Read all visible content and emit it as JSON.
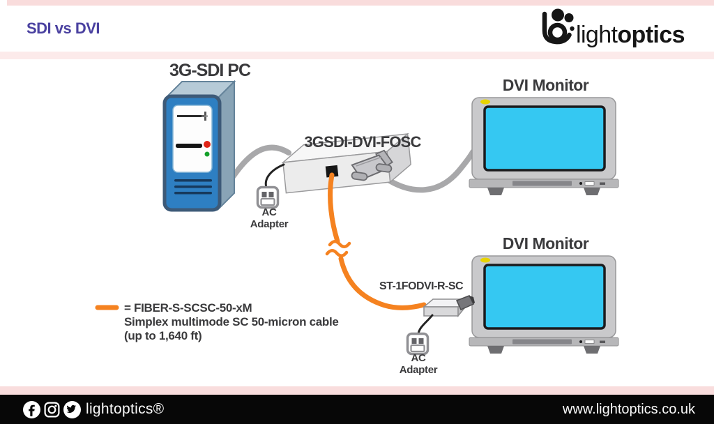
{
  "header": {
    "title": "SDI vs DVI",
    "logo_light": "light",
    "logo_bold": "optics"
  },
  "diagram": {
    "pc_label": "3G-SDI PC",
    "converter_label": "3GSDI-DVI-FOSC",
    "monitor_top_label": "DVI Monitor",
    "monitor_bottom_label": "DVI Monitor",
    "receiver_label": "ST-1FODVI-R-SC",
    "ac_adapter": {
      "line1": "AC",
      "line2": "Adapter"
    },
    "legend": {
      "line1": "= FIBER-S-SCSC-50-xM",
      "line2": "Simplex multimode SC 50-micron cable",
      "line3": "(up to 1,640 ft)"
    }
  },
  "footer": {
    "brand": "lightoptics®",
    "website": "www.lightoptics.co.uk",
    "social": [
      "facebook",
      "instagram",
      "twitter"
    ]
  },
  "colors": {
    "title_purple": "#4a41a0",
    "accent_pink_dark": "#f9dcdc",
    "accent_pink_light": "#fceaea",
    "footer_black": "#070707",
    "fiber_orange": "#f58220",
    "dvi_cable_gray": "#a8a8aa",
    "monitor_screen_cyan": "#35c8f2",
    "monitor_bezel": "#c9c9cb",
    "pc_blue": "#2e7fc2",
    "label_gray": "#3a3a3c",
    "led_yellow": "#e9d400",
    "led_red": "#e02417",
    "led_green": "#14a02a"
  }
}
